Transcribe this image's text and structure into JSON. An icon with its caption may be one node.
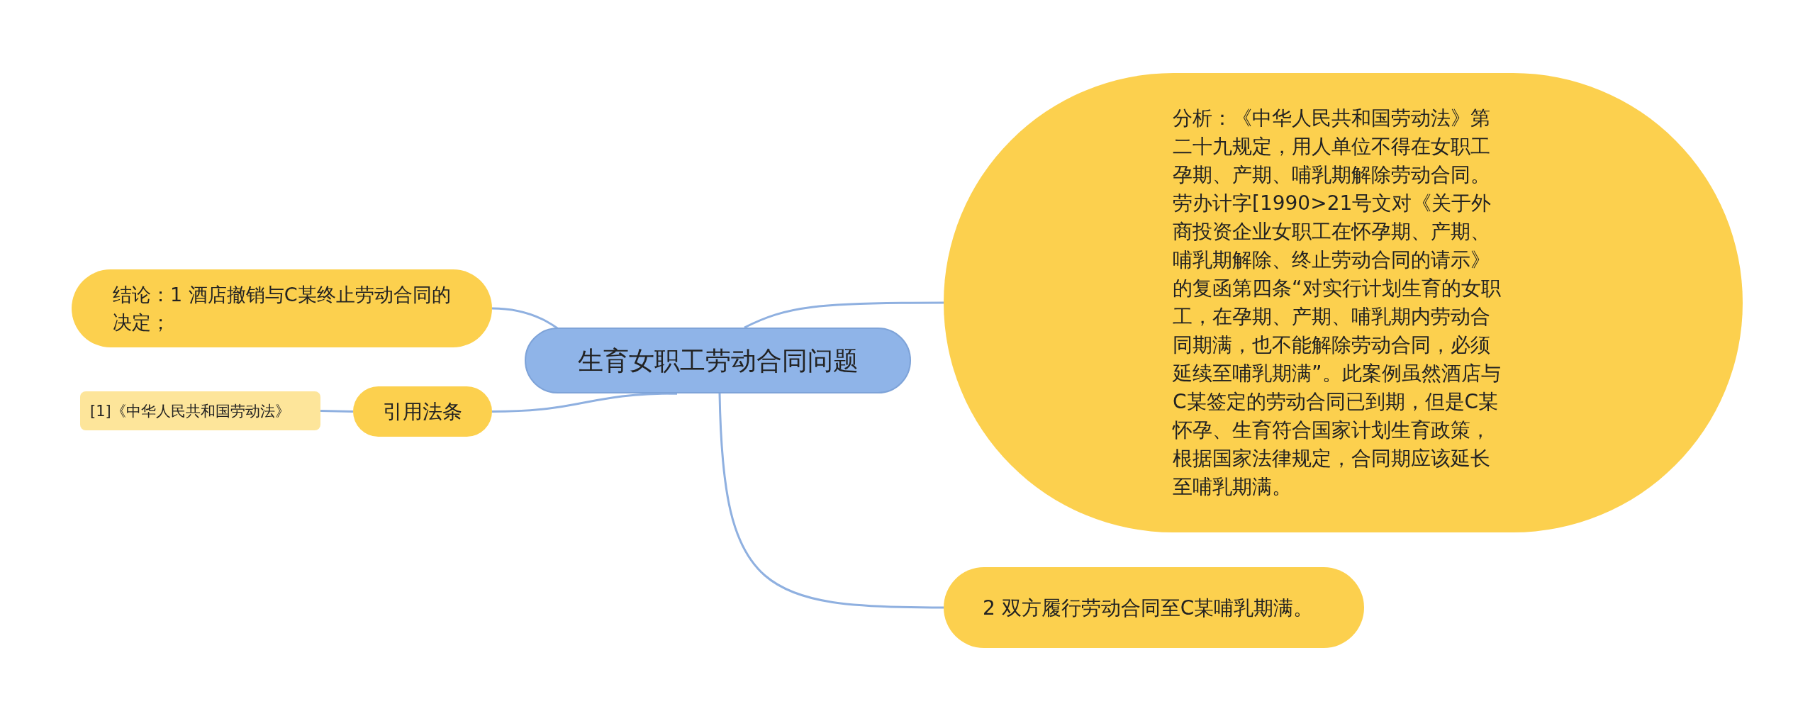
{
  "diagram": {
    "nodes": [
      {
        "text": [
          "生育女职工劳动合同问题"
        ]
      },
      {
        "text": [
          "结论：1 酒店撤销与C某终止劳动合同的决定；"
        ]
      },
      {
        "text": [
          "引用法条"
        ]
      },
      {
        "text": [
          "[1]《中华人民共和国劳动法》"
        ]
      },
      {
        "text": [
          "分析：《中华人民共和国劳动法》第二十九规定，用人单位不得在女职工孕期、产期、哺乳期解除劳动合同。劳办计字[1990>21号文对《关于外商投资企业女职工在怀孕期、产期、哺乳期解除、终止劳动合同的请示》的复函第四条“对实行计划生育的女职工，在孕期、产期、哺乳期内劳动合同期满，也不能解除劳动合同，必须延续至哺乳期满”。此案例虽然酒店与C某签定的劳动合同已到期，但是C某怀孕、生育符合国家计划生育政策，根据国家法律规定，合同期应该延长至哺乳期满。"
        ]
      },
      {
        "text": [
          "2 双方履行劳动合同至C某哺乳期满。"
        ]
      }
    ],
    "edges": [
      {
        "from": 0,
        "to": 1,
        "arrow": "none"
      },
      {
        "from": 0,
        "to": 2,
        "arrow": "none"
      },
      {
        "from": 2,
        "to": 3,
        "arrow": "none"
      },
      {
        "from": 0,
        "to": 4,
        "arrow": "none"
      },
      {
        "from": 0,
        "to": 5,
        "arrow": "none"
      }
    ]
  }
}
